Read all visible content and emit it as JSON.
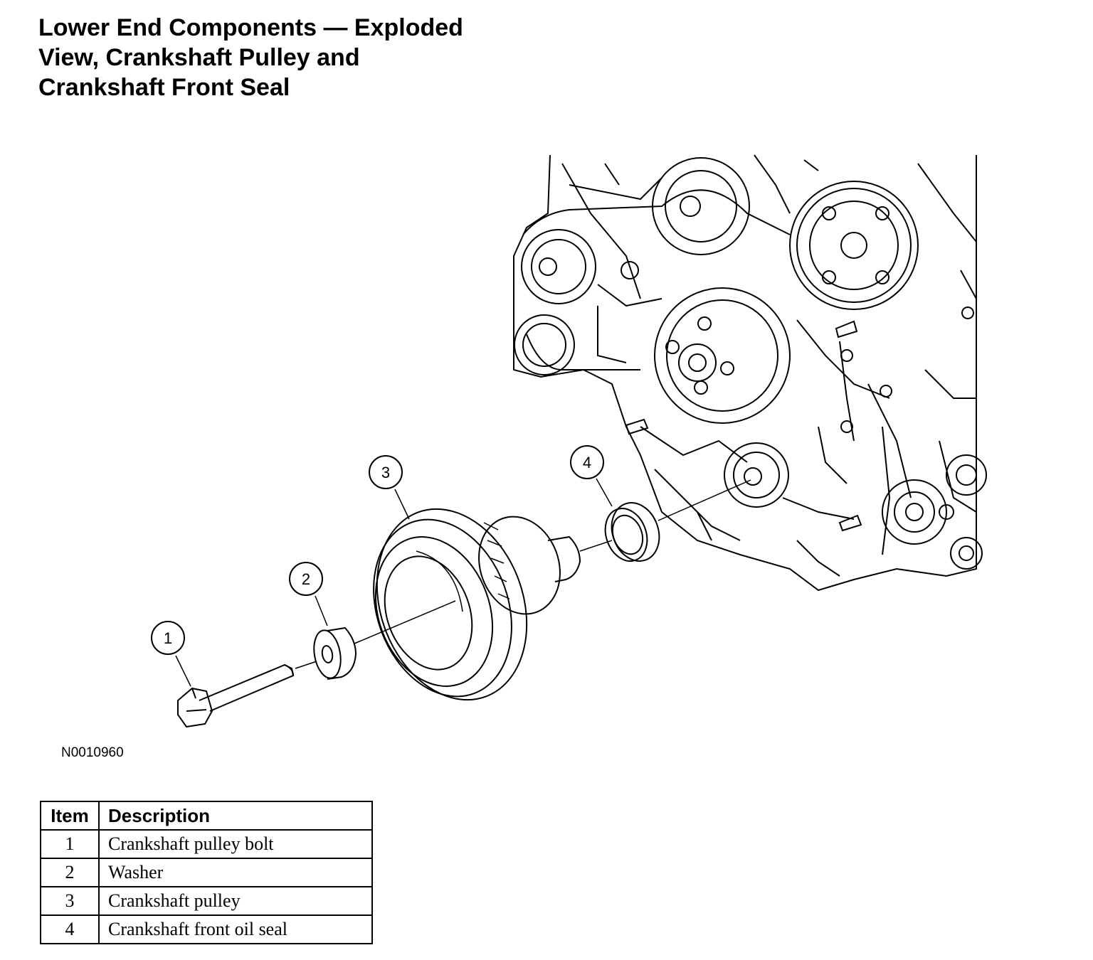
{
  "title_lines": [
    "Lower End Components — Exploded",
    "View, Crankshaft Pulley and",
    "Crankshaft Front Seal"
  ],
  "figure_code": "N0010960",
  "callouts": [
    "1",
    "2",
    "3",
    "4"
  ],
  "table": {
    "headers": [
      "Item",
      "Description"
    ],
    "rows": [
      {
        "item": "1",
        "description": "Crankshaft pulley bolt"
      },
      {
        "item": "2",
        "description": "Washer"
      },
      {
        "item": "3",
        "description": "Crankshaft pulley"
      },
      {
        "item": "4",
        "description": "Crankshaft front oil seal"
      }
    ]
  }
}
